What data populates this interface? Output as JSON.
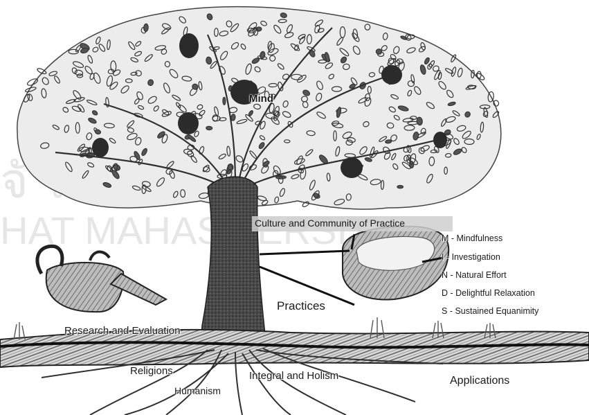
{
  "diagram": {
    "labels": {
      "mind": "Mind",
      "culture": "Culture and Community of Practice",
      "practices": "Practices",
      "research": "Research and Evaluation",
      "religions": "Religions",
      "humanism": "Humanism",
      "integral": "Integral and Holism",
      "applications": "Applications"
    },
    "mind_components": [
      "M - Mindfulness",
      "I - Investigation",
      "N - Natural Effort",
      "D - Delightful Relaxation",
      "S - Sustained Equanimity"
    ],
    "watermark": {
      "line1": "จั                       รคาม",
      "line2": "HAT MAHASA                  ERSITY"
    },
    "colors": {
      "ink": "#1a1a1a",
      "trunk": "#3a3a3a",
      "foliage": "#555555",
      "ground": "#222222",
      "label_bg": "#cfcfcf",
      "watermark": "#e3e3e3"
    }
  }
}
